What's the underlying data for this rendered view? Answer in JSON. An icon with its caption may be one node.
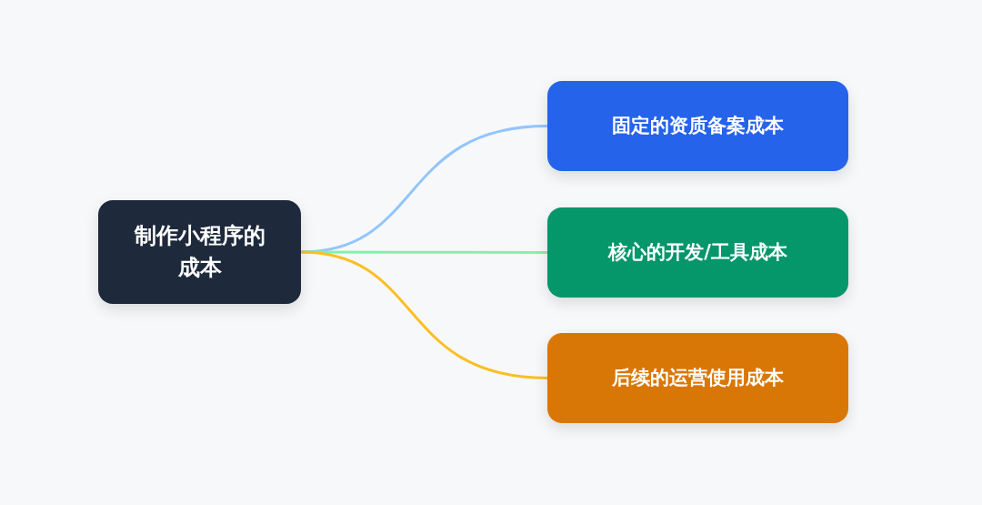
{
  "diagram": {
    "nodes": [
      {
        "text": [
          "制作小程序的成本"
        ]
      },
      {
        "text": [
          "固定的资质备案成本"
        ]
      },
      {
        "text": [
          "核心的开发/工具成本"
        ]
      },
      {
        "text": [
          "后续的运营使用成本"
        ]
      }
    ],
    "edges": [
      {
        "from": 0,
        "to": 1,
        "arrow": "none",
        "color": "#93c5fd"
      },
      {
        "from": 0,
        "to": 2,
        "arrow": "none",
        "color": "#86efac"
      },
      {
        "from": 0,
        "to": 3,
        "arrow": "none",
        "color": "#fbbf24"
      }
    ]
  }
}
